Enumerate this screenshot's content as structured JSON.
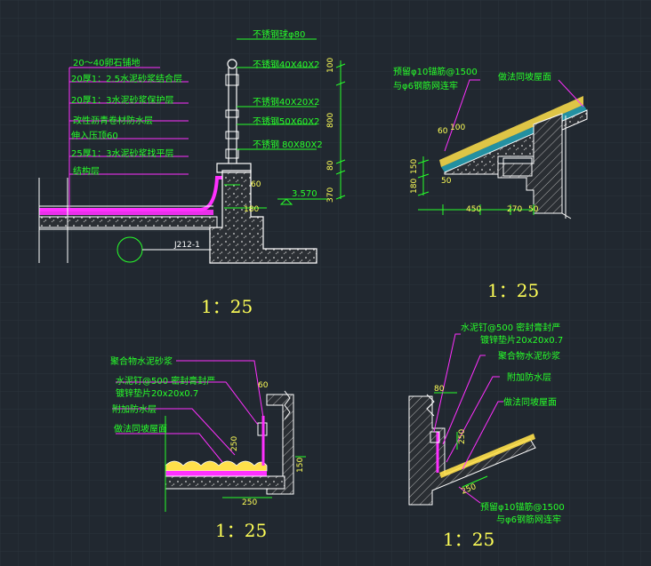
{
  "detail_1": {
    "scale": "1：25",
    "labels": [
      "不锈钢球φ80",
      "不锈钢40X40X2",
      "不锈钢40X20X2",
      "不锈钢50X60X2",
      "不锈钢 80X80X2",
      "20～40卵石铺地",
      "20厚1：2.5水泥砂浆结合层",
      "20厚1：3水泥砂浆保护层",
      "改性沥青卷材防水层",
      "伸入压顶60",
      "25厚1：3水泥砂浆找平层",
      "结构层"
    ],
    "dims": [
      "100",
      "800",
      "80",
      "60",
      "180",
      "370"
    ],
    "elevation": "3.570",
    "callout": "J212-1"
  },
  "detail_2": {
    "scale": "1：25",
    "labels": [
      "预留φ10锚筋@1500",
      "与φ6钢筋网连牢",
      "做法同坡屋面"
    ],
    "dims": [
      "60",
      "100",
      "150",
      "180",
      "50",
      "450",
      "270",
      "50"
    ]
  },
  "detail_3": {
    "scale": "1：25",
    "labels": [
      "聚合物水泥砂浆",
      "水泥钉@500 密封膏封严",
      "镀锌垫片20x20x0.7",
      "附加防水层",
      "做法同坡屋面"
    ],
    "dims": [
      "60",
      "250",
      "250",
      "150"
    ]
  },
  "detail_4": {
    "scale": "1：25",
    "labels": [
      "水泥钉@500 密封膏封严",
      "镀锌垫片20x20x0.7",
      "聚合物水泥砂浆",
      "附加防水层",
      "做法同坡屋面",
      "预留φ10锚筋@1500",
      "与φ6钢筋网连牢"
    ],
    "dims": [
      "80",
      "250",
      "250"
    ]
  }
}
